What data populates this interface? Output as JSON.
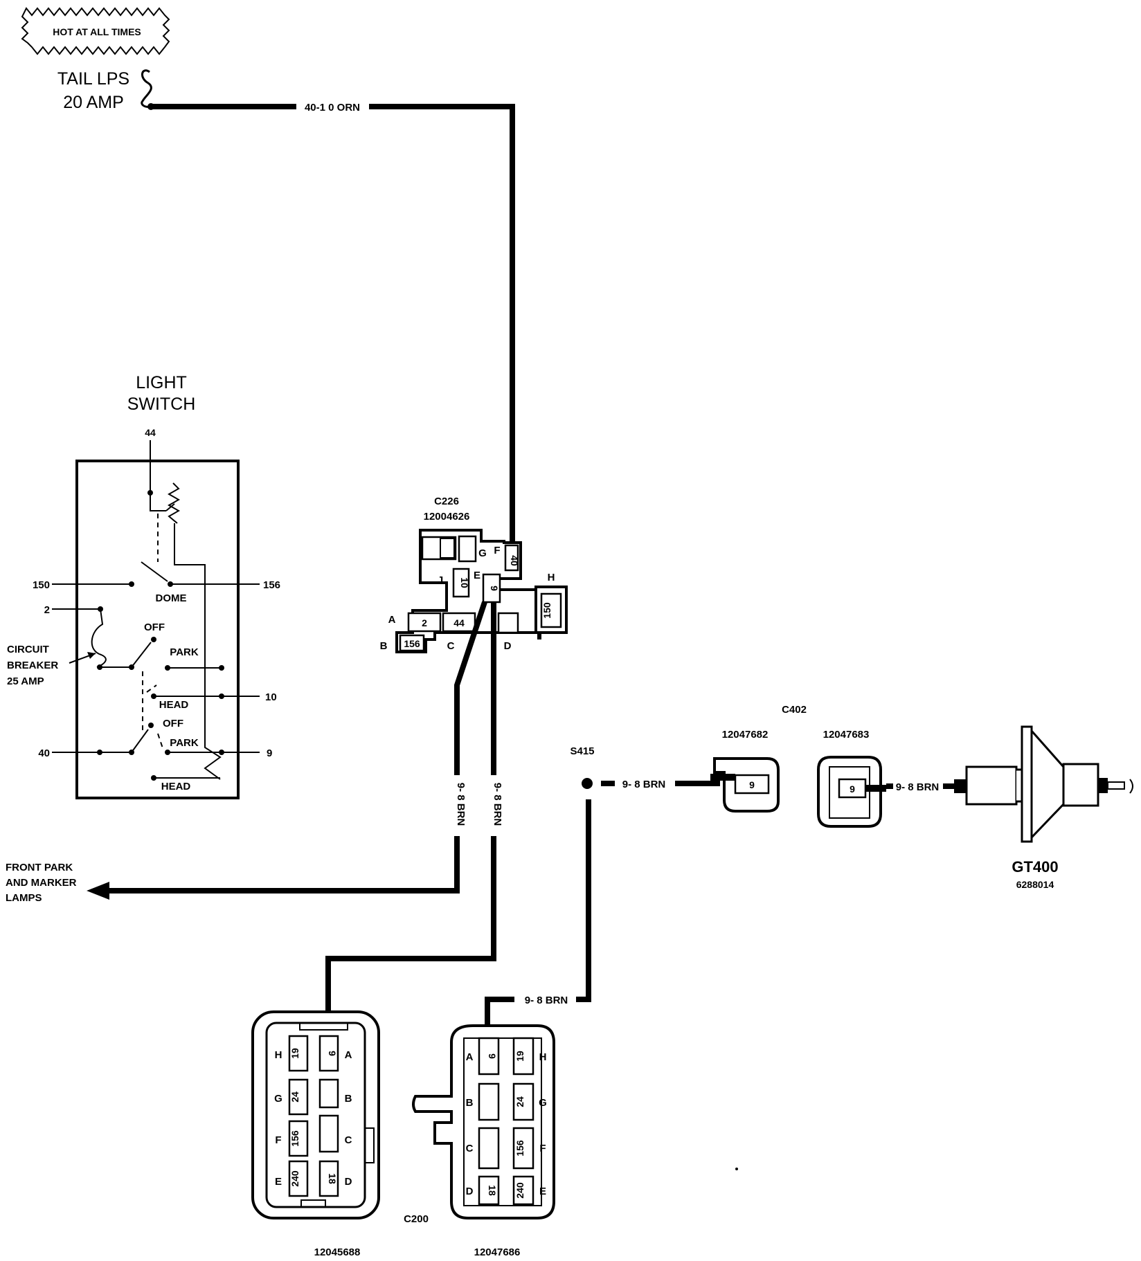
{
  "fuse": {
    "hot_label": "HOT AT ALL TIMES",
    "name_line1": "TAIL LPS",
    "name_line2": "20 AMP"
  },
  "wires": {
    "orn": "40-1 0 ORN",
    "brn1": "9- 8 BRN",
    "brn2": "9- 8 BRN",
    "brn_s415": "9- 8 BRN",
    "brn_gt": "9- 8 BRN",
    "brn_c200": "9- 8 BRN"
  },
  "light_switch": {
    "title_line1": "LIGHT",
    "title_line2": "SWITCH",
    "term_top": "44",
    "term_150": "150",
    "term_156": "156",
    "term_2": "2",
    "term_10": "10",
    "term_40": "40",
    "term_9": "9",
    "dome": "DOME",
    "off1": "OFF",
    "park1": "PARK",
    "head1": "HEAD",
    "off2": "OFF",
    "park2": "PARK",
    "head2": "HEAD",
    "breaker_line1": "CIRCUIT",
    "breaker_line2": "BREAKER",
    "breaker_line3": "25 AMP"
  },
  "c226": {
    "name": "C226",
    "part": "12004626",
    "letters": {
      "G": "G",
      "F": "F",
      "J": "J",
      "E": "E",
      "H": "H",
      "A": "A",
      "B": "B",
      "C": "C",
      "D": "D"
    },
    "pins": {
      "p40": "40",
      "p10": "10",
      "p9": "9",
      "p150": "150",
      "p2": "2",
      "p44": "44",
      "p156": "156"
    }
  },
  "front_lamps": {
    "line1": "FRONT PARK",
    "line2": "AND MARKER",
    "line3": "LAMPS"
  },
  "s415": "S415",
  "c402": {
    "name": "C402",
    "part_left": "12047682",
    "part_right": "12047683",
    "pin_left": "9",
    "pin_right": "9"
  },
  "gt400": {
    "name": "GT400",
    "part": "6288014"
  },
  "c200": {
    "name": "C200",
    "part_left": "12045688",
    "part_right": "12047686",
    "left": {
      "letters": [
        "H",
        "G",
        "F",
        "E",
        "A",
        "B",
        "C",
        "D"
      ],
      "pins": [
        "19",
        "24",
        "156",
        "240",
        "9",
        "",
        "",
        "18"
      ]
    },
    "right": {
      "letters": [
        "A",
        "B",
        "C",
        "D",
        "H",
        "G",
        "F",
        "E"
      ],
      "pins": [
        "9",
        "",
        "",
        "18",
        "19",
        "24",
        "156",
        "240"
      ]
    }
  }
}
